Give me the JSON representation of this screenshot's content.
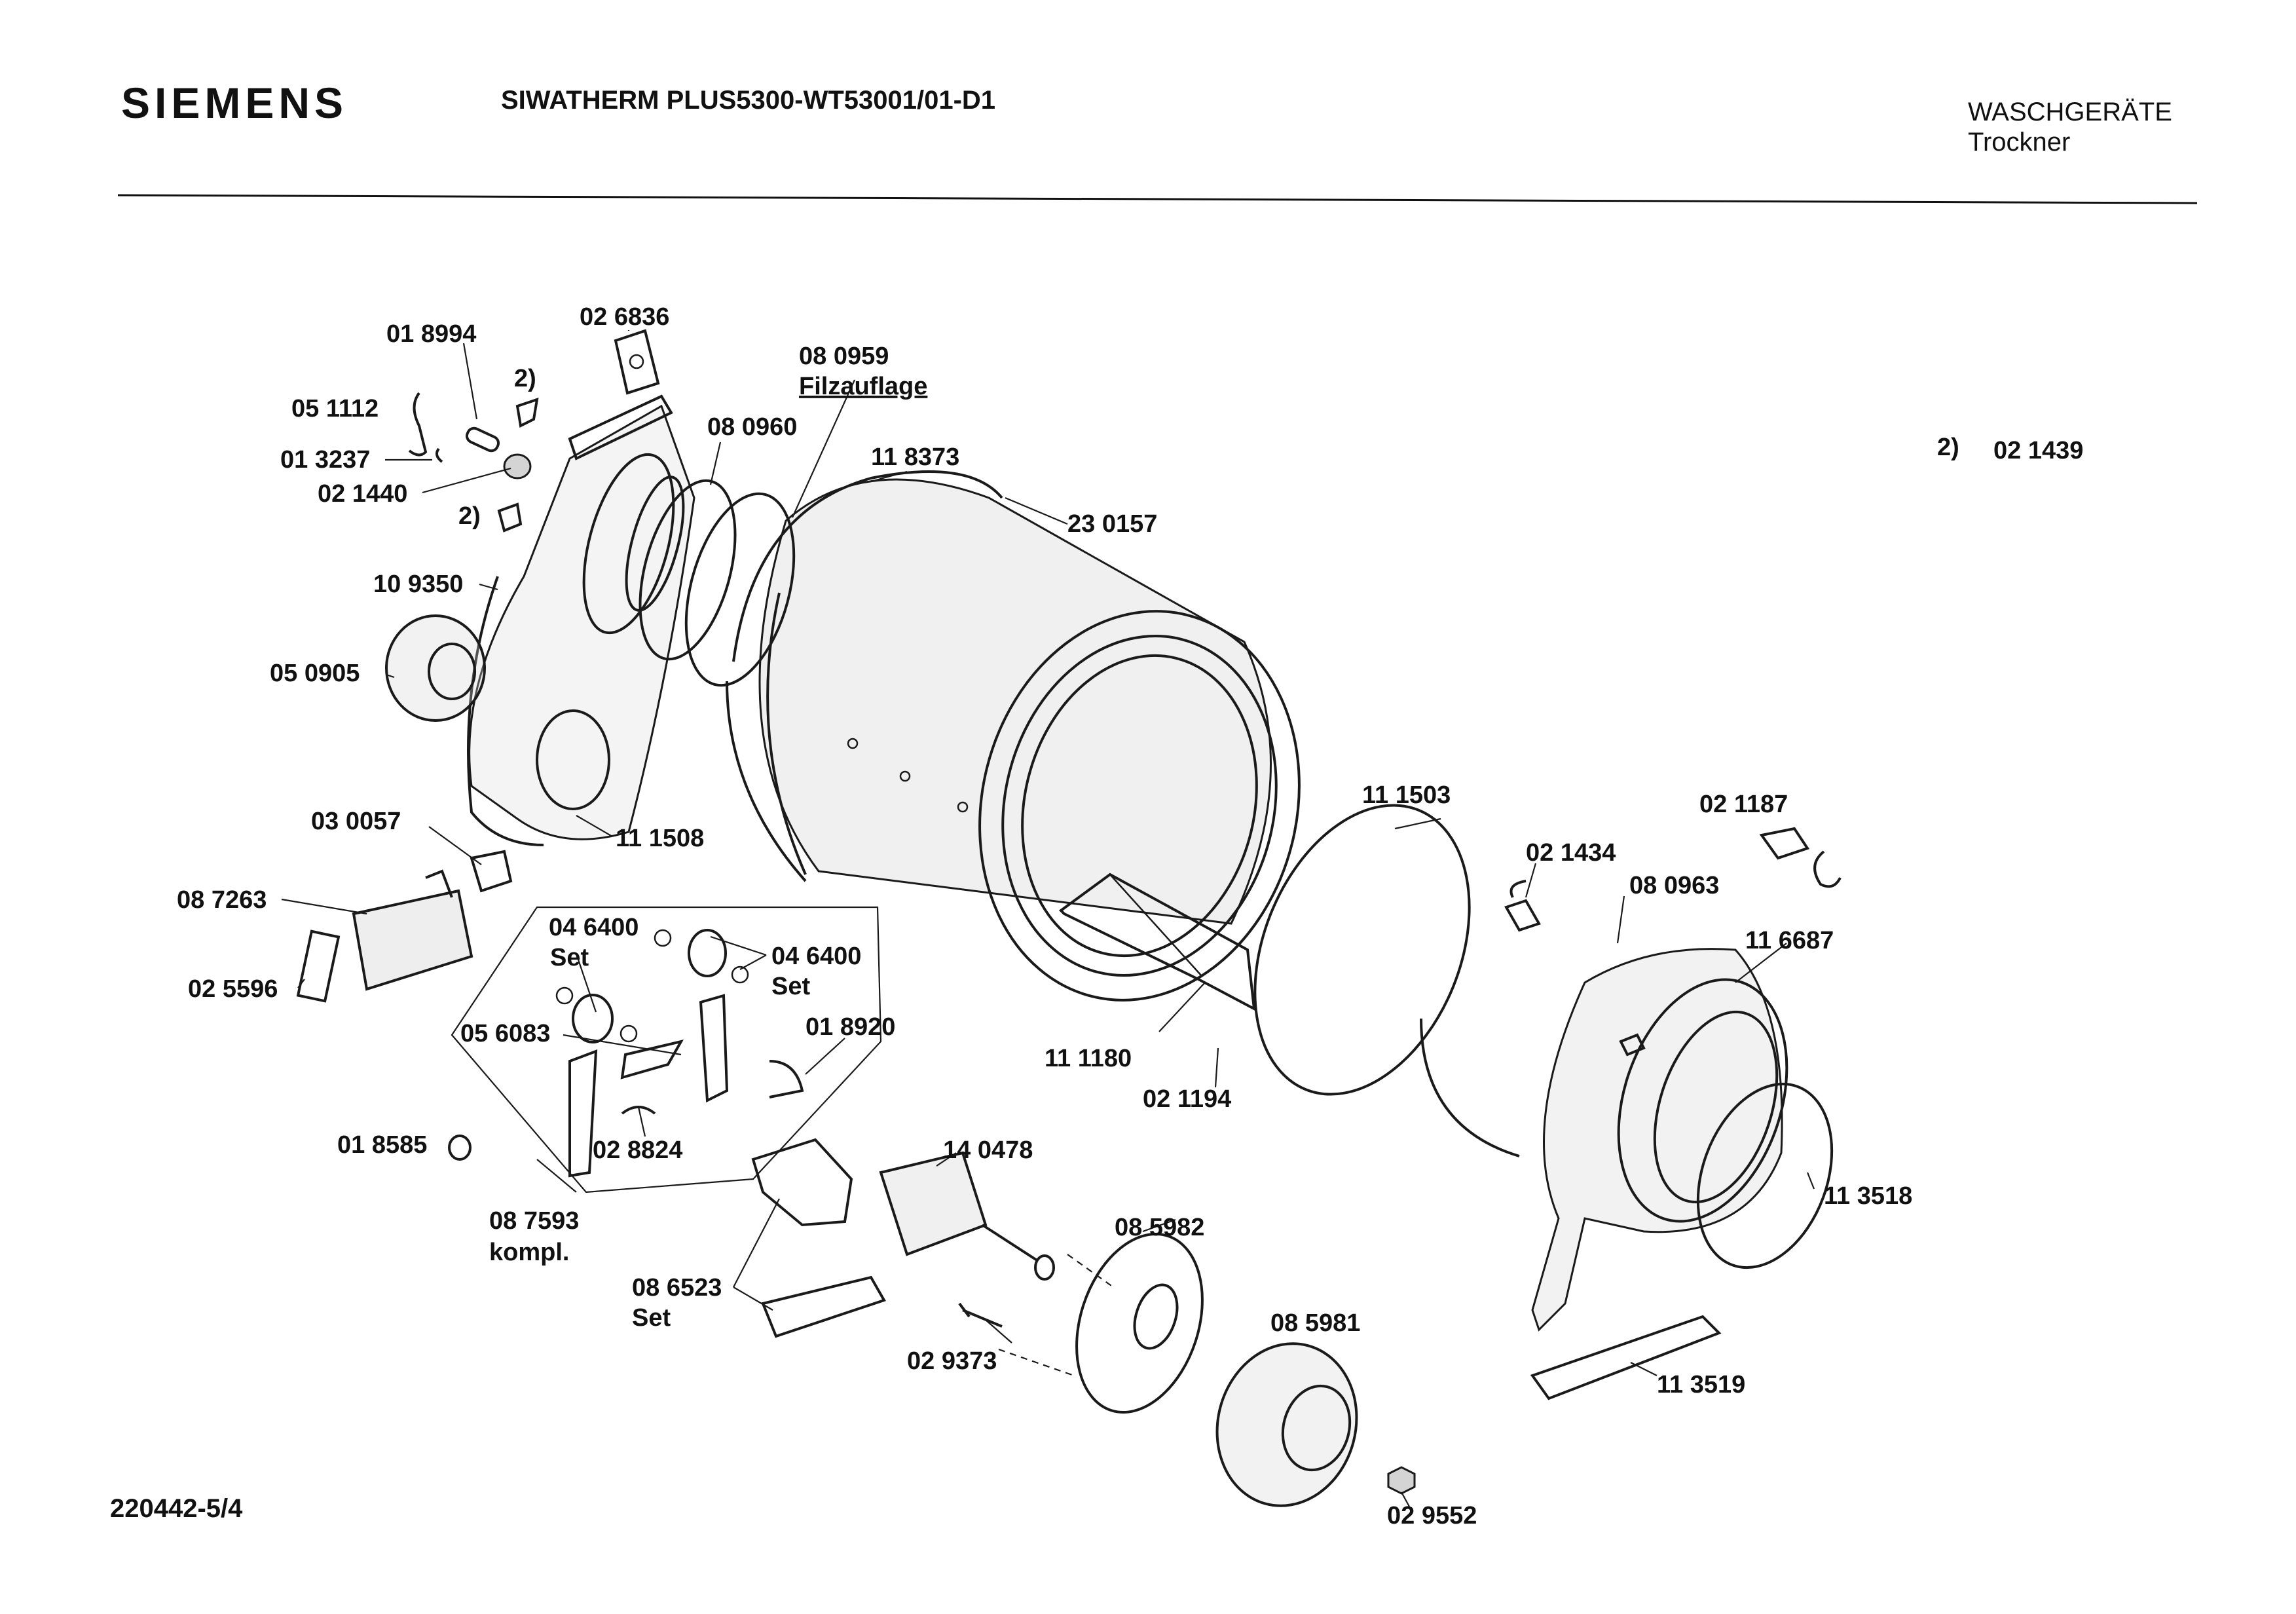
{
  "header": {
    "brand": "SIEMENS",
    "model": "SIWATHERM PLUS5300-WT53001/01-D1",
    "category": "WASCHGERÄTE",
    "subcategory": "Trockner"
  },
  "footnote": {
    "marker": "2)",
    "part": "02 1439"
  },
  "footer": {
    "code": "220442-5/4"
  },
  "parts": [
    {
      "id": "p-018994",
      "text": "01 8994"
    },
    {
      "id": "p-026836",
      "text": "02 6836"
    },
    {
      "id": "p-080959",
      "text": "08 0959"
    },
    {
      "id": "p-filz",
      "text": "Filzauflage"
    },
    {
      "id": "p-note-a",
      "text": "2)"
    },
    {
      "id": "p-051112",
      "text": "05 1112"
    },
    {
      "id": "p-080960",
      "text": "08 0960"
    },
    {
      "id": "p-013237",
      "text": "01 3237"
    },
    {
      "id": "p-118373",
      "text": "11 8373"
    },
    {
      "id": "p-021440",
      "text": "02 1440"
    },
    {
      "id": "p-note-b",
      "text": "2)"
    },
    {
      "id": "p-230157",
      "text": "23 0157"
    },
    {
      "id": "p-109350",
      "text": "10 9350"
    },
    {
      "id": "p-050905",
      "text": "05 0905"
    },
    {
      "id": "p-030057",
      "text": "03 0057"
    },
    {
      "id": "p-111508",
      "text": "11 1508"
    },
    {
      "id": "p-111503",
      "text": "11 1503"
    },
    {
      "id": "p-021187",
      "text": "02 1187"
    },
    {
      "id": "p-087263",
      "text": "08 7263"
    },
    {
      "id": "p-021434",
      "text": "02 1434"
    },
    {
      "id": "p-080963",
      "text": "08 0963"
    },
    {
      "id": "p-046400a",
      "text": "04 6400"
    },
    {
      "id": "p-set-a",
      "text": "Set"
    },
    {
      "id": "p-046400b",
      "text": "04 6400"
    },
    {
      "id": "p-set-b",
      "text": "Set"
    },
    {
      "id": "p-116687",
      "text": "11 6687"
    },
    {
      "id": "p-025596",
      "text": "02 5596"
    },
    {
      "id": "p-056083",
      "text": "05 6083"
    },
    {
      "id": "p-018920",
      "text": "01 8920"
    },
    {
      "id": "p-111180",
      "text": "11 1180"
    },
    {
      "id": "p-021194",
      "text": "02 1194"
    },
    {
      "id": "p-018585",
      "text": "01 8585"
    },
    {
      "id": "p-028824",
      "text": "02 8824"
    },
    {
      "id": "p-140478",
      "text": "14 0478"
    },
    {
      "id": "p-113518",
      "text": "11 3518"
    },
    {
      "id": "p-087593",
      "text": "08 7593"
    },
    {
      "id": "p-kompl",
      "text": "kompl."
    },
    {
      "id": "p-085982",
      "text": "08 5982"
    },
    {
      "id": "p-086523",
      "text": "08 6523"
    },
    {
      "id": "p-set-c",
      "text": "Set"
    },
    {
      "id": "p-085981",
      "text": "08 5981"
    },
    {
      "id": "p-029373",
      "text": "02 9373"
    },
    {
      "id": "p-113519",
      "text": "11 3519"
    },
    {
      "id": "p-029552",
      "text": "02 9552"
    }
  ]
}
